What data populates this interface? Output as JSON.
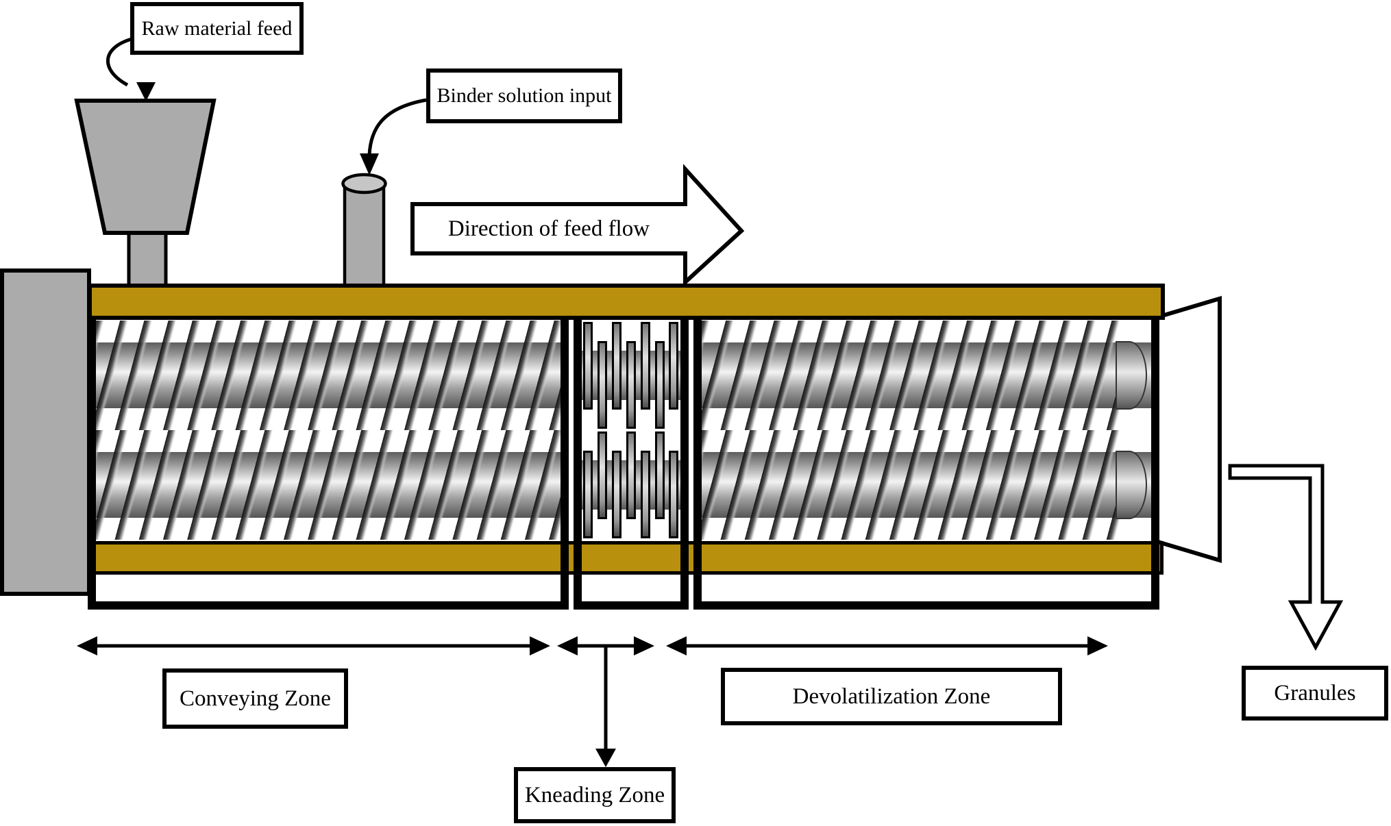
{
  "diagram": {
    "labels": {
      "raw_material_feed": "Raw material feed",
      "binder_solution_input": "Binder solution input",
      "direction_of_feed_flow": "Direction of feed flow",
      "conveying_zone": "Conveying Zone",
      "kneading_zone": "Kneading Zone",
      "devolatilization_zone": "Devolatilization Zone",
      "granules": "Granules"
    },
    "colors": {
      "barrel_gold": "#B8900D",
      "equipment_gray": "#ABABAB",
      "cylinder_cap_gray": "#C6C6C6",
      "outline": "#000000",
      "background": "#FFFFFF"
    },
    "icons": {
      "raw-feed-arrow-icon": "curved arrow pointing down into hopper",
      "binder-arrow-icon": "curved arrow pointing down into injection port",
      "feed-flow-arrow-icon": "large right block arrow",
      "conveying-zone-arrow-icon": "double-headed horizontal span arrow",
      "kneading-zone-arrow-icon": "double-headed span arrow with drop line",
      "devolatilization-zone-arrow-icon": "double-headed horizontal span arrow",
      "granules-arrow-icon": "elbow block arrow pointing down"
    }
  }
}
